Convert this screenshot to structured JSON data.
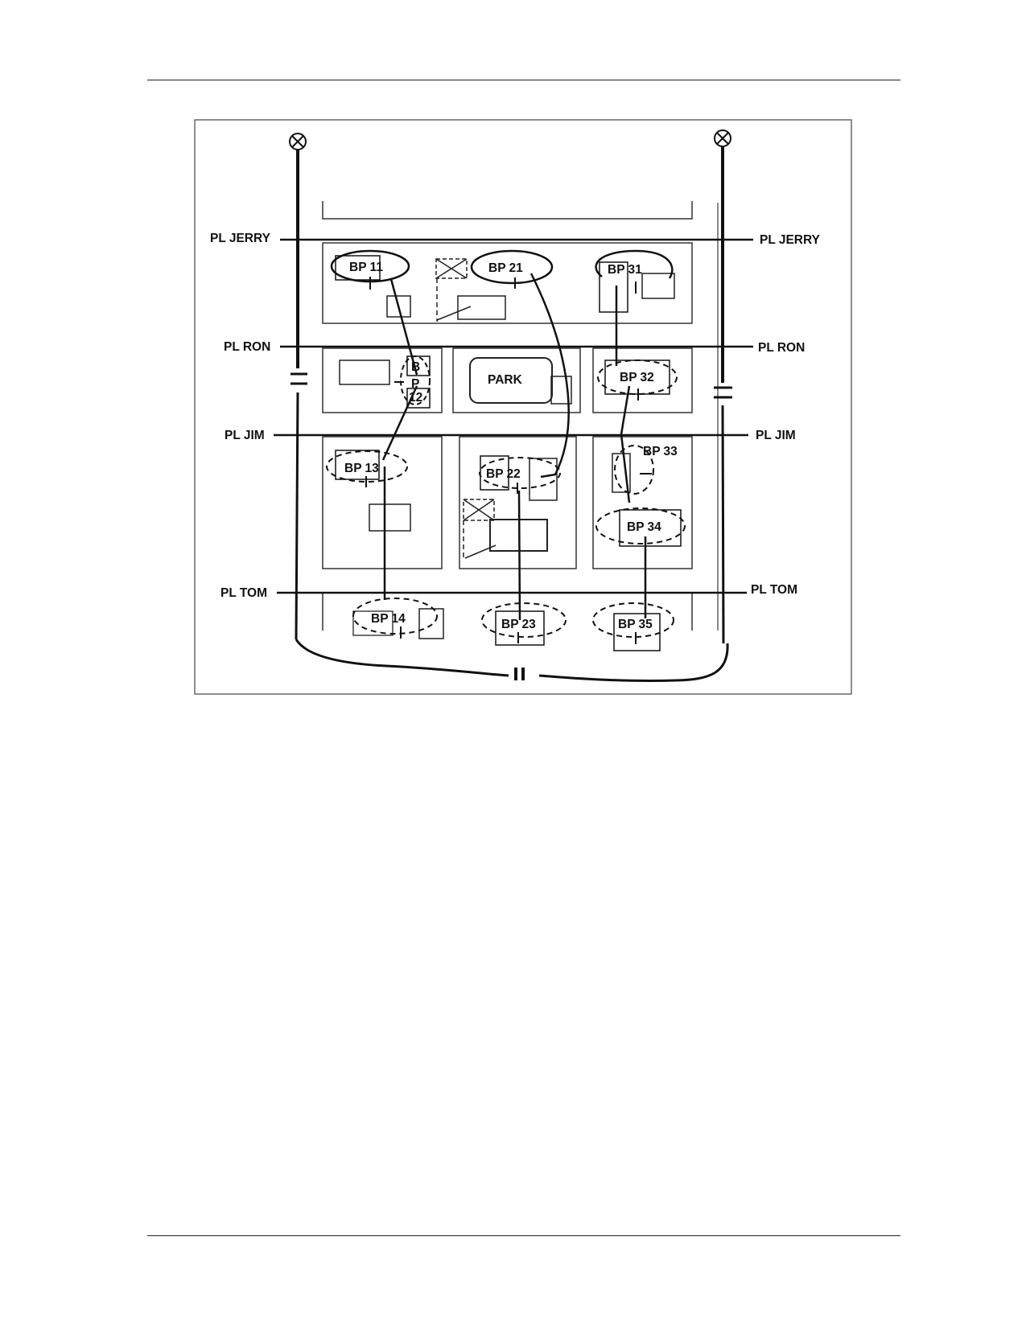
{
  "phase_lines": [
    "PL JERRY",
    "PL RON",
    "PL JIM",
    "PL TOM"
  ],
  "battle_positions": {
    "bp11": "BP 11",
    "bp21": "BP 21",
    "bp31": "BP 31",
    "bp12_b": "B",
    "bp12_p": "P",
    "bp12_n": "12",
    "bp32": "BP 32",
    "bp13": "BP 13",
    "bp22": "BP 22",
    "bp33": "BP 33",
    "bp34": "BP 34",
    "bp14": "BP 14",
    "bp23": "BP 23",
    "bp35": "BP 35"
  },
  "park_label": "PARK",
  "symbols": {
    "checkpoint": "circle-x-icon",
    "boundary_left": "=",
    "boundary_right": "=",
    "echelon": "II"
  }
}
